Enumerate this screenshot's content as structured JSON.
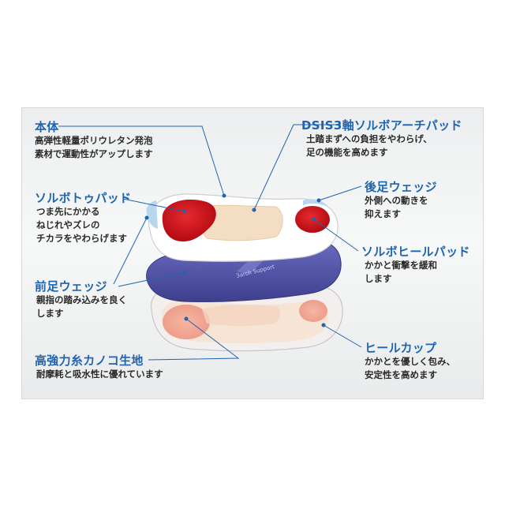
{
  "insole": {
    "top_layer_color": "#f4e5cc",
    "middle_layer_color": "#5455a6",
    "bottom_layer_color": "#f6e6d6",
    "pad_color": "#d4111c",
    "logo_text": "3arch Support"
  },
  "features": {
    "body": {
      "title": "本体",
      "desc_1": "高弾性軽量ポリウレタン発泡",
      "desc_2": "素材で運動性がアップします"
    },
    "dsis": {
      "title": "DSIS3軸ソルボアーチパッド",
      "desc_1": "土踏まずへの負担をやわらげ、",
      "desc_2": "足の機能を高めます"
    },
    "toe_pad": {
      "title": "ソルボトゥパッド",
      "desc_1": "つま先にかかる",
      "desc_2": "ねじれやズレの",
      "desc_3": "チカラをやわらげます"
    },
    "rear_wedge": {
      "title": "後足ウェッジ",
      "desc_1": "外側への動きを",
      "desc_2": "抑えます"
    },
    "heel_pad": {
      "title": "ソルボヒールパッド",
      "desc_1": "かかと衝撃を緩和",
      "desc_2": "します"
    },
    "fore_wedge": {
      "title": "前足ウェッジ",
      "desc_1": "親指の踏み込みを良く",
      "desc_2": "します"
    },
    "fabric": {
      "title": "高強力糸カノコ生地",
      "desc_1": "耐摩耗と吸水性に優れています"
    },
    "heel_cup": {
      "title": "ヒールカップ",
      "desc_1": "かかとを優しく包み、",
      "desc_2": "安定性を高めます"
    }
  },
  "colors": {
    "title_blue": "#1f64b0",
    "text": "#2a2a2a",
    "leader": "#1f64b0"
  }
}
